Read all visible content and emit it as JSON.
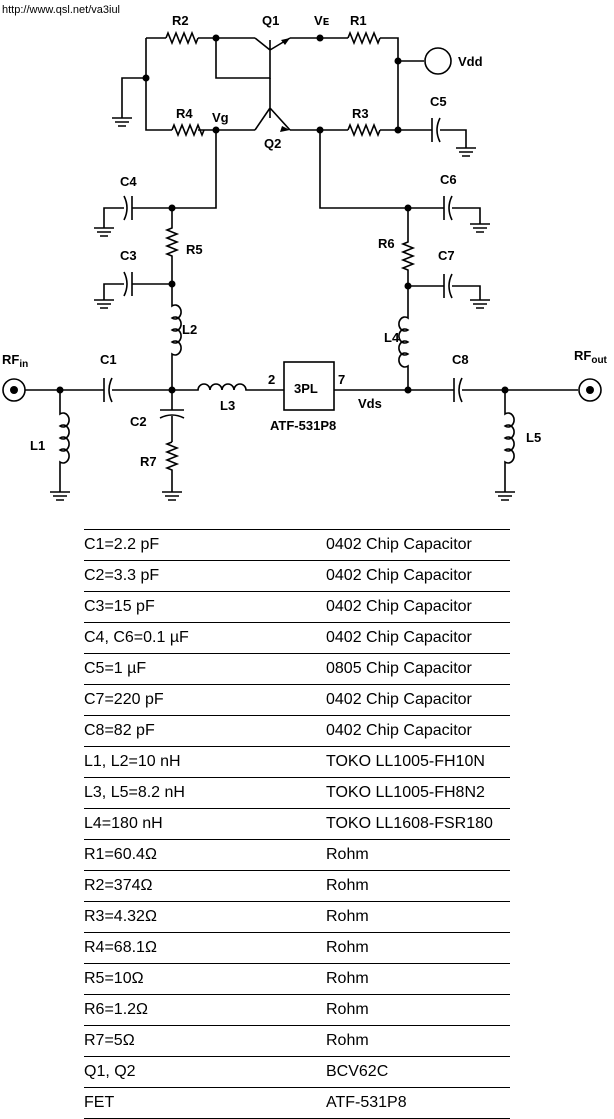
{
  "source_url": "http://www.qsl.net/va3iul",
  "schematic": {
    "labels": {
      "R1": "R1",
      "R2": "R2",
      "R3": "R3",
      "R4": "R4",
      "R5": "R5",
      "R6": "R6",
      "R7": "R7",
      "Q1": "Q1",
      "Q2": "Q2",
      "C1": "C1",
      "C2": "C2",
      "C3": "C3",
      "C4": "C4",
      "C5": "C5",
      "C6": "C6",
      "C7": "C7",
      "C8": "C8",
      "L1": "L1",
      "L2": "L2",
      "L3": "L3",
      "L4": "L4",
      "L5": "L5",
      "VE": "Vᴇ",
      "Vg": "Vg",
      "Vdd": "Vdd",
      "Vds": "Vds",
      "pin_in": "2",
      "pin_out": "7",
      "fet_box": "3PL",
      "fet_part": "ATF-531P8",
      "rf_in": "RF",
      "rf_in_sub": "in",
      "rf_out": "RF",
      "rf_out_sub": "out"
    }
  },
  "bom": [
    {
      "value": "C1=2.2 pF",
      "part": "0402 Chip Capacitor"
    },
    {
      "value": "C2=3.3 pF",
      "part": "0402 Chip Capacitor"
    },
    {
      "value": "C3=15 pF",
      "part": "0402 Chip Capacitor"
    },
    {
      "value": "C4, C6=0.1 µF",
      "part": "0402 Chip Capacitor"
    },
    {
      "value": "C5=1 µF",
      "part": "0805 Chip Capacitor"
    },
    {
      "value": "C7=220 pF",
      "part": "0402 Chip Capacitor"
    },
    {
      "value": "C8=82 pF",
      "part": "0402 Chip Capacitor"
    },
    {
      "value": "L1, L2=10 nH",
      "part": "TOKO LL1005-FH10N"
    },
    {
      "value": "L3, L5=8.2 nH",
      "part": "TOKO LL1005-FH8N2"
    },
    {
      "value": "L4=180 nH",
      "part": "TOKO LL1608-FSR180"
    },
    {
      "value": "R1=60.4Ω",
      "part": "Rohm"
    },
    {
      "value": "R2=374Ω",
      "part": "Rohm"
    },
    {
      "value": "R3=4.32Ω",
      "part": "Rohm"
    },
    {
      "value": "R4=68.1Ω",
      "part": "Rohm"
    },
    {
      "value": "R5=10Ω",
      "part": "Rohm"
    },
    {
      "value": "R6=1.2Ω",
      "part": "Rohm"
    },
    {
      "value": "R7=5Ω",
      "part": "Rohm"
    },
    {
      "value": "Q1, Q2",
      "part": "BCV62C"
    },
    {
      "value": "FET",
      "part": "ATF-531P8"
    }
  ]
}
